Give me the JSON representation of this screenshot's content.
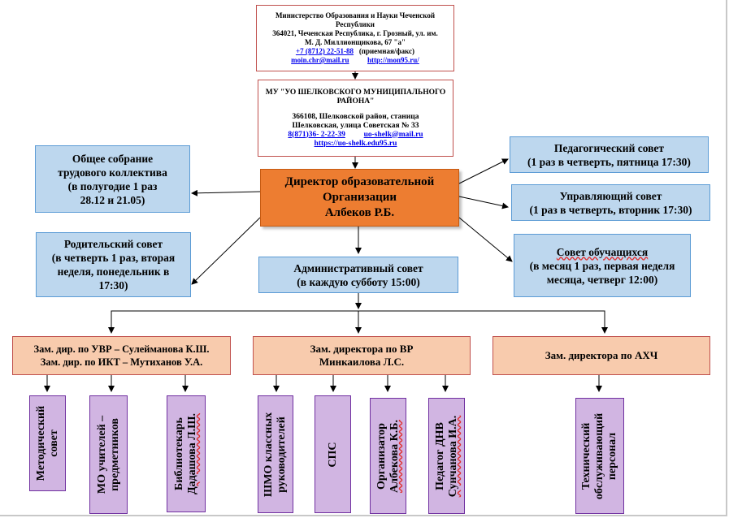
{
  "ministry": {
    "line1": "Министерство Образования и Науки Чеченской Республики",
    "line2": "364021, Чеченская Республика, г. Грозный, ул. им.",
    "line3": "М. Д. Миллионщикова, 67 \"а\"",
    "phone": "+7 (8712) 22-51-88",
    "phone_note": "(приемная/факс)",
    "email": "moin.chr@mail.ru",
    "site": "http://mon95.ru/"
  },
  "uo": {
    "title": "МУ \"УО ШЕЛКОВСКОГО МУНИЦИПАЛЬНОГО РАЙОНА\"",
    "address1": "366108, Шелковской район, станица",
    "address2": "Шелковская, улица Советская № 33",
    "phone": "8(871)36- 2-22-39",
    "email": "uo-shelk@mail.ru",
    "site": "https://uo-shelk.edu95.ru"
  },
  "director": {
    "line1": "Директор образовательной",
    "line2": "Организации",
    "line3": "Албеков Р.Б."
  },
  "left_boxes": {
    "general_meeting": {
      "line1": "Общее собрание",
      "line2": "трудового коллектива",
      "line3": "(в полугодие 1 раз",
      "line4": "28.12 и 21.05)"
    },
    "parent_council": {
      "line1": "Родительский совет",
      "line2": "(в четверть 1 раз, вторая",
      "line3": "неделя, понедельник в",
      "line4": "17:30)"
    }
  },
  "right_boxes": {
    "pedagogical_council": {
      "line1": "Педагогический совет",
      "line2": "(1 раз в четверть, пятница 17:30)"
    },
    "governing_council": {
      "line1": "Управляющий совет",
      "line2": "(1 раз в четверть, вторник 17:30)"
    },
    "student_council": {
      "line1": "Совет обучащихся",
      "line2": "(в месяц 1 раз, первая неделя",
      "line3": "месяца, четверг 12:00)"
    }
  },
  "admin_council": {
    "line1": "Административный совет",
    "line2": "(в каждую субботу 15:00)"
  },
  "deputies": {
    "uvr": {
      "line1": "Зам. дир. по УВР – Сулейманова К.Ш.",
      "line2": "Зам. дир. по ИКТ – Мутиханов У.А."
    },
    "vr": {
      "line1": "Зам. директора по ВР",
      "line2": "Минкаилова Л.С."
    },
    "ahch": {
      "line1": "Зам. директора по АХЧ"
    }
  },
  "subunits": {
    "methodical": {
      "line1": "Методический",
      "line2": "совет"
    },
    "mo_teachers": {
      "line1": "МО учителей –",
      "line2": "предметников"
    },
    "librarian": {
      "line1": "Библиотекарь",
      "line2": "Дадашова Л.Ш."
    },
    "shmo": {
      "line1": "ШМО классных",
      "line2": "руководителей"
    },
    "sps": {
      "line1": "СПС"
    },
    "organizer": {
      "line1": "Организатор",
      "line2": "Албекова К.Б."
    },
    "dnv_teacher": {
      "line1": "Педагог ДНВ",
      "line2": "Сунчанова И.А."
    },
    "technical": {
      "line1": "Технический",
      "line2": "обслуживающий",
      "line3": "персонал"
    }
  },
  "colors": {
    "director": "#ed7d31",
    "blue_box": "#bdd7ee",
    "peach_box": "#f8cbad",
    "purple_box": "#d1b5e2"
  }
}
